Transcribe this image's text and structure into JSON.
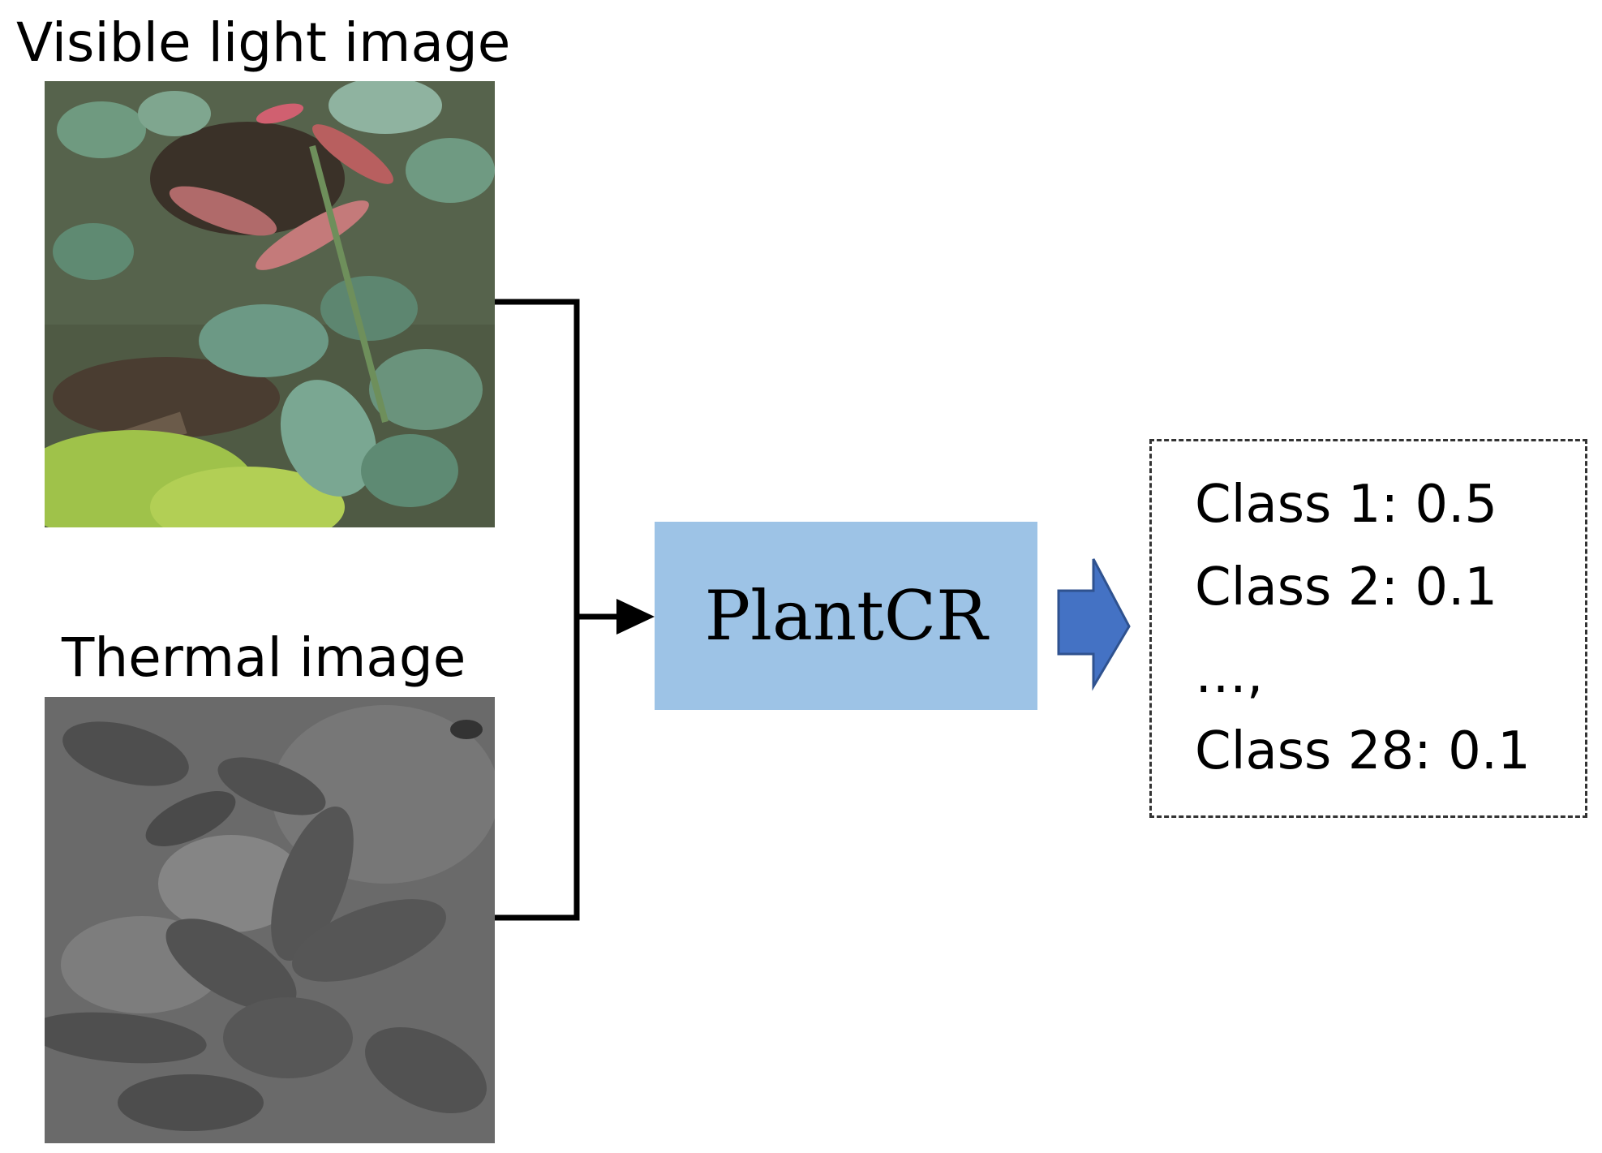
{
  "inputs": {
    "visible_label": "Visible light image",
    "thermal_label": "Thermal image"
  },
  "model": {
    "name": "PlantCR"
  },
  "output": {
    "lines": [
      "Class 1: 0.5",
      "Class 2: 0.1",
      "…,",
      "Class 28: 0.1"
    ]
  },
  "colors": {
    "model_fill": "#9dc3e6",
    "output_arrow": "#4472c4",
    "connector": "#000000"
  }
}
